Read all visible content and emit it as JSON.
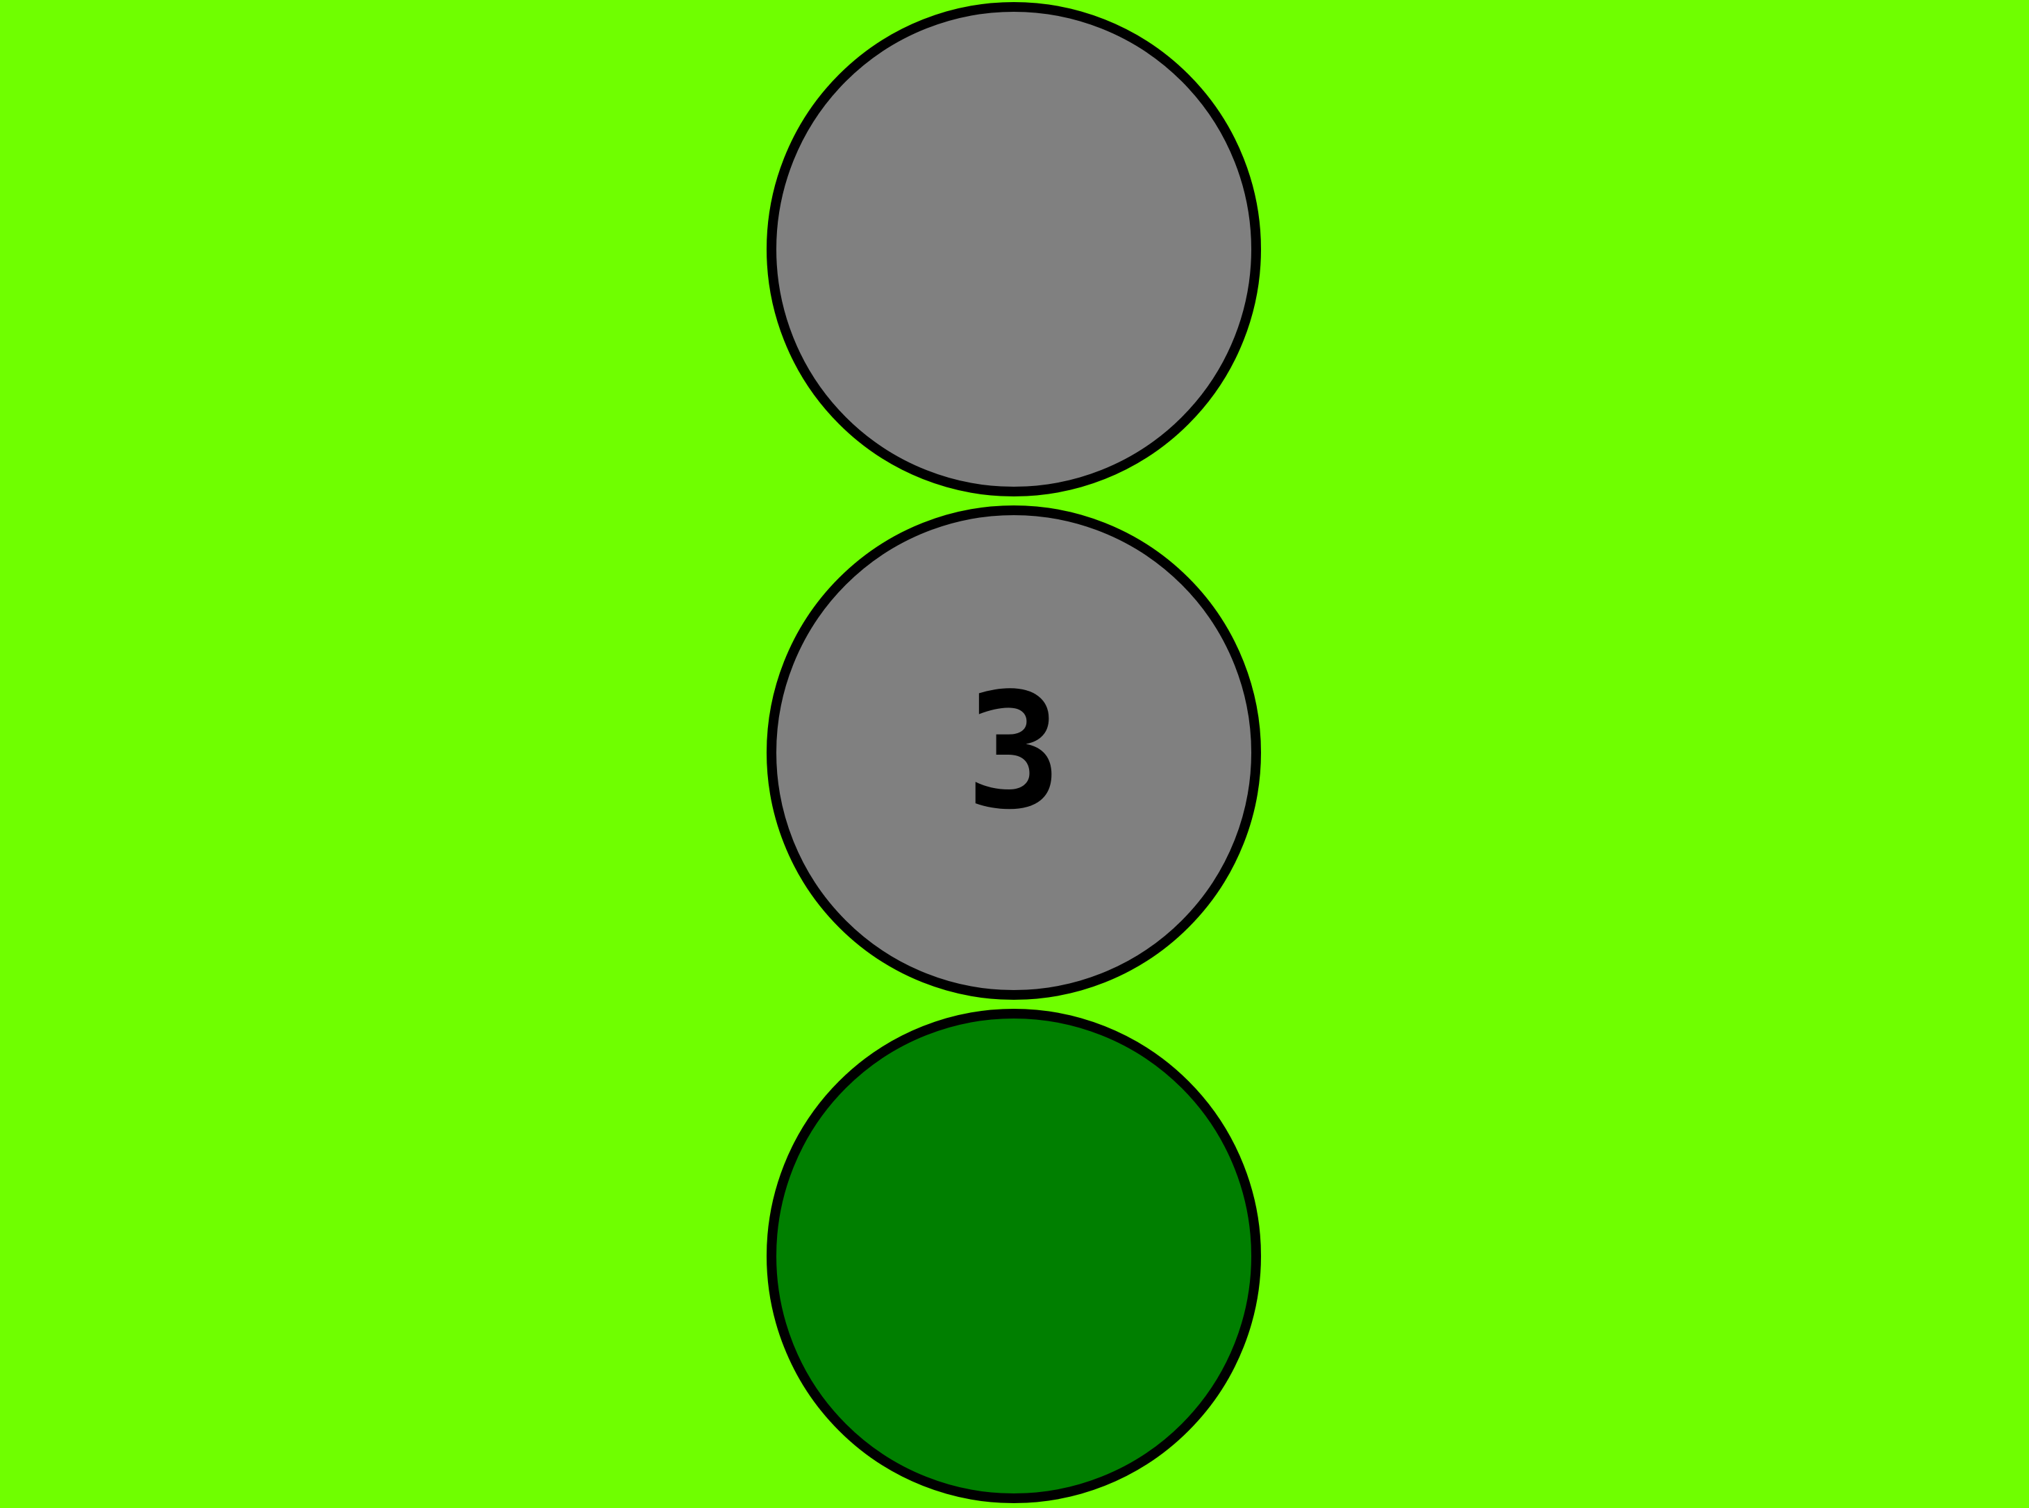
{
  "colors": {
    "background": "#6fff00",
    "light_off": "#808080",
    "light_green": "#007f00",
    "outline": "#000000"
  },
  "traffic_light": {
    "lights": [
      {
        "position": "top",
        "state": "off",
        "color": "#808080",
        "label": ""
      },
      {
        "position": "middle",
        "state": "off",
        "color": "#808080",
        "label": "3"
      },
      {
        "position": "bottom",
        "state": "on",
        "color": "#007f00",
        "label": ""
      }
    ],
    "countdown": "3"
  }
}
